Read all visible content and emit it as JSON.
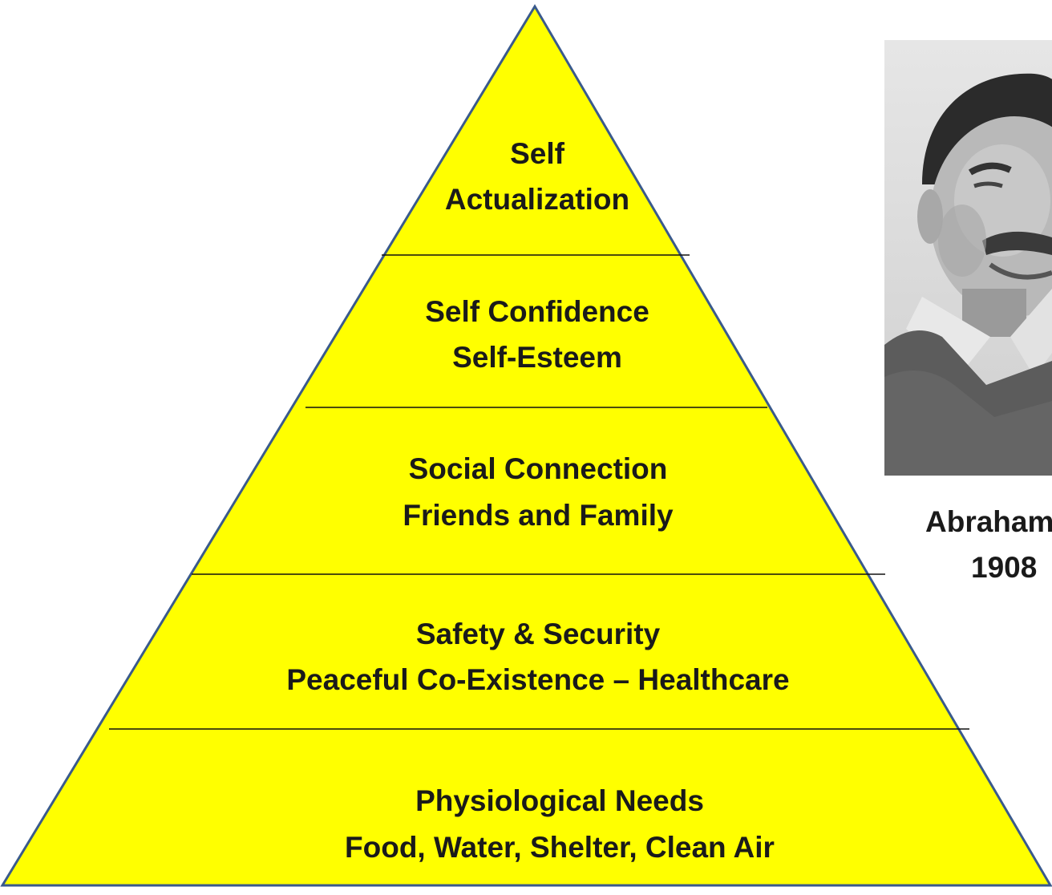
{
  "pyramid": {
    "fill_color": "#ffff00",
    "outline_color": "#3a5a8c",
    "levels": [
      {
        "line1": "Self",
        "line2": "Actualization"
      },
      {
        "line1": "Self Confidence",
        "line2": "Self-Esteem"
      },
      {
        "line1": "Social Connection",
        "line2": "Friends and Family"
      },
      {
        "line1": "Safety & Security",
        "line2": "Peaceful Co-Existence – Healthcare"
      },
      {
        "line1": "Physiological Needs",
        "line2": "Food, Water, Shelter, Clean Air"
      }
    ]
  },
  "portrait": {
    "caption_line1": "Abraham",
    "caption_line2": "1908"
  }
}
